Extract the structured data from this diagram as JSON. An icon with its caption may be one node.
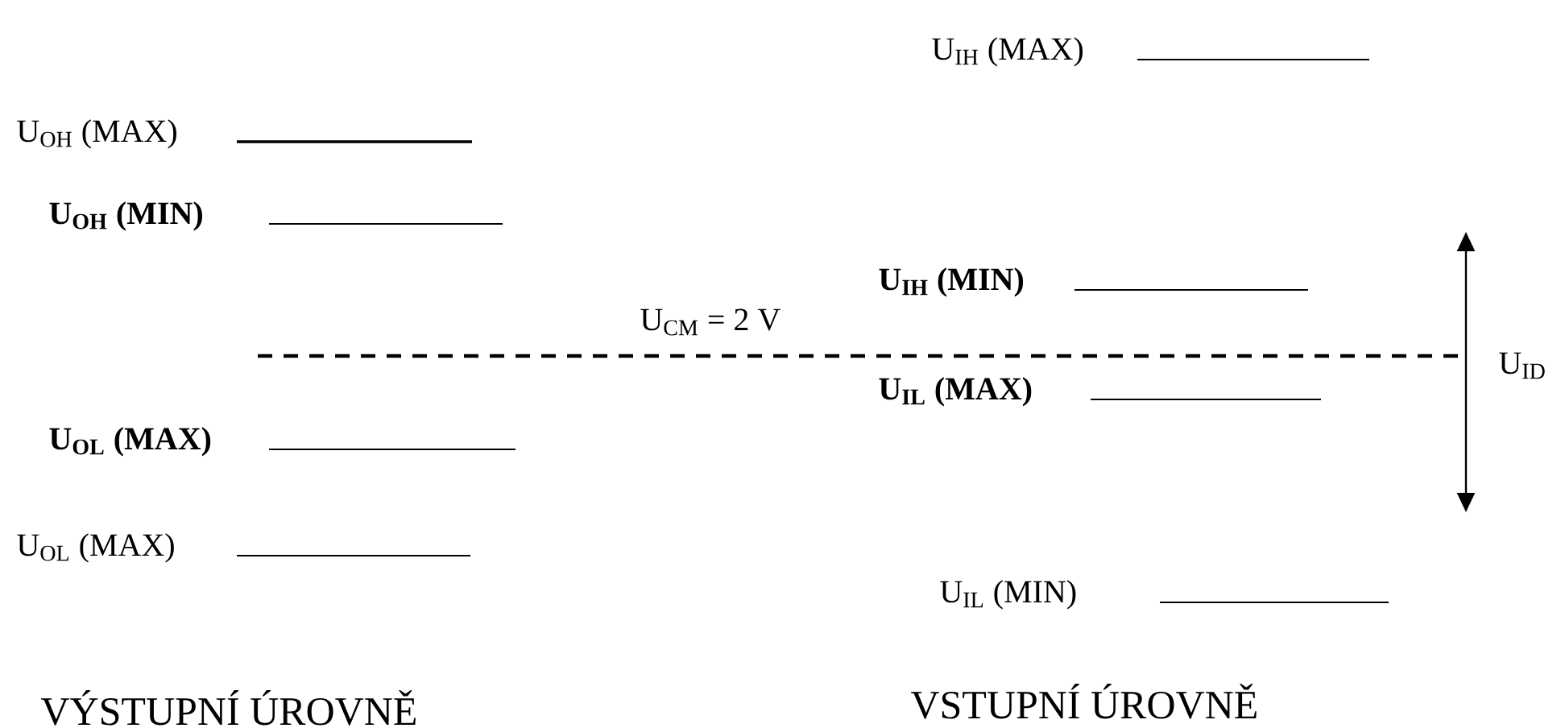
{
  "diagram": {
    "labels": [
      "U$_{IH}$ (MAX)",
      "U$_{OH}$ (MAX)",
      "U$_{OH}$ (MIN)",
      "U$_{IH}$ (MIN)",
      "U$_{CM}$ = 2 V",
      "U$_{ID}$",
      "U$_{IL}$ (MAX)",
      "U$_{OL}$ (MAX)",
      "U$_{OL}$ (MAX)",
      "U$_{IL}$ (MIN)",
      "VÝSTUPNÍ ÚROVNĚ",
      "VSTUPNÍ ÚROVNĚ"
    ]
  }
}
